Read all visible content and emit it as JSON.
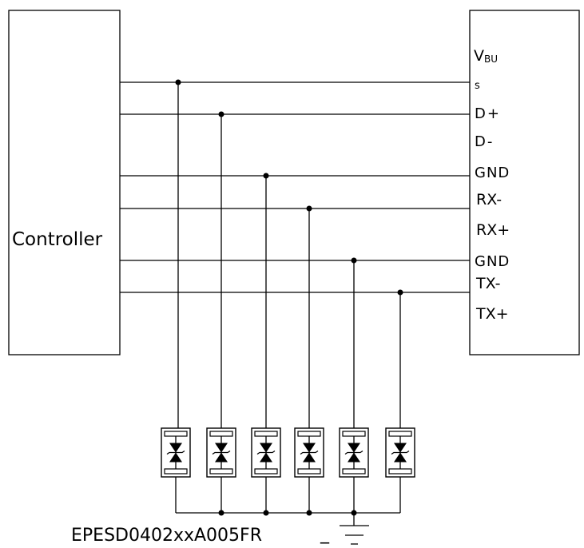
{
  "controller": {
    "label": "Controller"
  },
  "connector": {
    "pins": [
      "V",
      "s",
      "D+",
      "D-",
      "GND",
      "RX-",
      "RX+",
      "GND",
      "TX-",
      "TX+"
    ],
    "vbus_subscript": "BU"
  },
  "part_label": "EPESD0402xxA005FR",
  "ground_prefix": "_",
  "diode_count": 6
}
